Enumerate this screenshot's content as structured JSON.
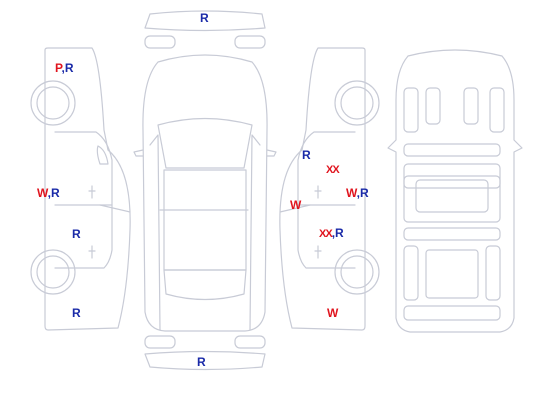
{
  "colors": {
    "outline": "#c8cbd6",
    "blue_code": "#1a2aa8",
    "red_code": "#e0141e"
  },
  "marks": {
    "front_bumper": [
      "R"
    ],
    "rear_bumper": [
      "R"
    ],
    "left_front_fender": [
      "P",
      "R"
    ],
    "left_front_door": [
      "W",
      "R"
    ],
    "left_rear_door": [
      "R"
    ],
    "left_rear_quarter": [
      "R"
    ],
    "right_front_fender": [
      "R"
    ],
    "right_front_door_upper": [
      "XX"
    ],
    "right_front_door": [
      "W"
    ],
    "right_pillar": [
      "W",
      "R"
    ],
    "right_rear_door": [
      "XX",
      "R"
    ],
    "right_rear_quarter": [
      "W"
    ]
  }
}
